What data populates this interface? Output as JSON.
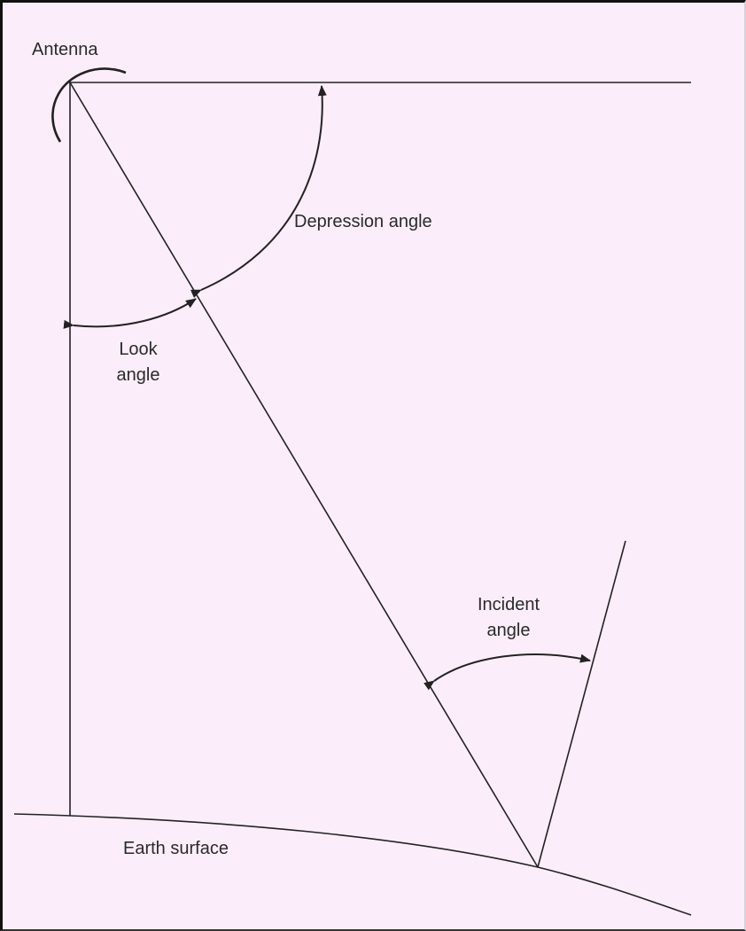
{
  "labels": {
    "antenna": "Antenna",
    "depression_angle": "Depression angle",
    "look_angle": [
      "Look",
      "angle"
    ],
    "incident_angle": [
      "Incident",
      "angle"
    ],
    "earth_surface": "Earth surface"
  },
  "colors": {
    "background": "#fbeefa",
    "stroke": "#222222",
    "text": "#2a2a2a"
  }
}
